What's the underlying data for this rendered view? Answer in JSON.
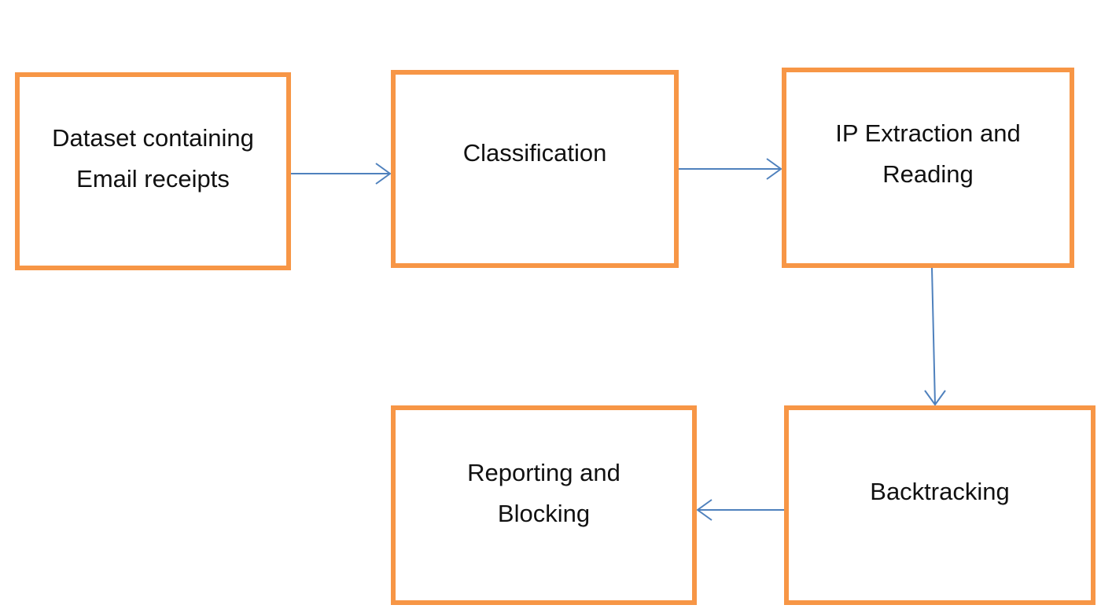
{
  "diagram": {
    "nodes": [
      {
        "id": "n1",
        "label": "Dataset containing\nEmail receipts"
      },
      {
        "id": "n2",
        "label": "Classification"
      },
      {
        "id": "n3",
        "label": "IP Extraction and\nReading"
      },
      {
        "id": "n4",
        "label": "Backtracking"
      },
      {
        "id": "n5",
        "label": "Reporting and\nBlocking"
      }
    ],
    "edges": [
      {
        "from": "n1",
        "to": "n2"
      },
      {
        "from": "n2",
        "to": "n3"
      },
      {
        "from": "n3",
        "to": "n4"
      },
      {
        "from": "n4",
        "to": "n5"
      }
    ],
    "colors": {
      "box_border": "#f79646",
      "arrow": "#4f81bd"
    }
  }
}
